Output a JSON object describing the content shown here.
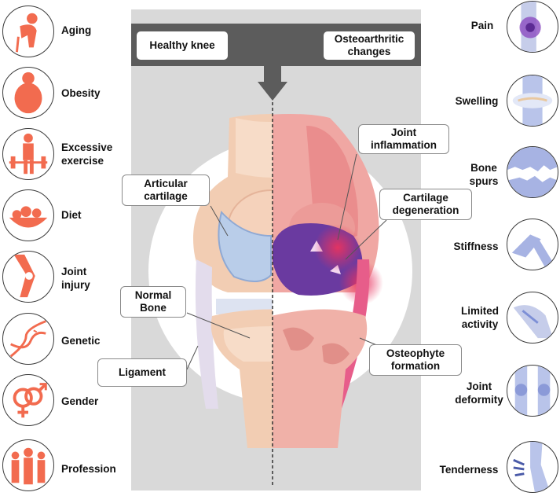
{
  "risk_factors": [
    {
      "label": "Aging",
      "icon": "aging-icon"
    },
    {
      "label": "Obesity",
      "icon": "obesity-icon"
    },
    {
      "label": "Excessive exercise",
      "icon": "weightlifting-icon"
    },
    {
      "label": "Diet",
      "icon": "food-bowl-icon"
    },
    {
      "label": "Joint injury",
      "icon": "injured-knee-icon"
    },
    {
      "label": "Genetic",
      "icon": "dna-icon"
    },
    {
      "label": "Gender",
      "icon": "gender-symbols-icon"
    },
    {
      "label": "Profession",
      "icon": "workers-group-icon"
    }
  ],
  "symptoms": [
    {
      "label": "Pain",
      "icon": "painful-knee-icon"
    },
    {
      "label": "Swelling",
      "icon": "swollen-joint-icon"
    },
    {
      "label": "Bone spurs",
      "icon": "bone-spurs-icon"
    },
    {
      "label": "Stiffness",
      "icon": "stiff-knee-icon"
    },
    {
      "label": "Limited activity",
      "icon": "limited-activity-icon"
    },
    {
      "label": "Joint deformity",
      "icon": "deformed-knees-icon"
    },
    {
      "label": "Tenderness",
      "icon": "tender-knee-icon"
    }
  ],
  "header": {
    "healthy": "Healthy knee",
    "oa": "Osteoarthritic changes"
  },
  "callouts": {
    "articular_cartilage": "Articular cartilage",
    "normal_bone": "Normal Bone",
    "ligament": "Ligament",
    "joint_inflammation": "Joint inflammation",
    "cartilage_degeneration": "Cartilage degeneration",
    "osteophyte_formation": "Osteophyte formation"
  },
  "colors": {
    "risk_accent": "#f26b4f",
    "symptom_accent": "#7d8fd6",
    "inflammation": "#e8335f",
    "degenerated_cartilage": "#6a3aa0",
    "healthy_cartilage": "#b9cde9",
    "background_panel": "#d9d9d9",
    "header_band": "#5c5c5c"
  }
}
